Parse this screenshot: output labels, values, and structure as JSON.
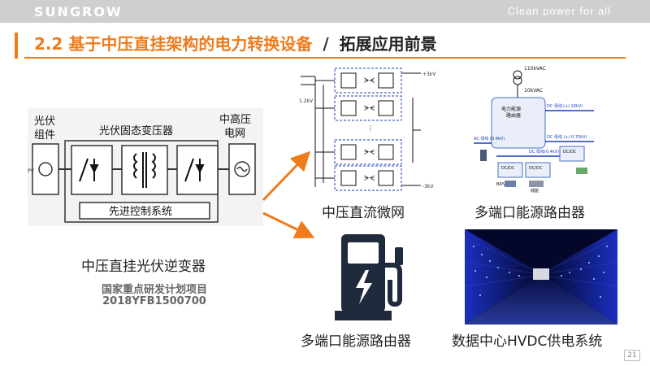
{
  "header": {
    "logo": "SUNGROW",
    "tagline": "Clean power for all"
  },
  "title": {
    "number": "2.2",
    "main": "基于中压直挂架构的电力转换设备",
    "slash": "/",
    "sub": "拓展应用前景"
  },
  "inverter_diagram": {
    "label_pv": "光伏\n组件",
    "label_pv_line1": "光伏",
    "label_pv_line2": "组件",
    "label_pv_tag": "PV",
    "label_sst": "光伏固态变压器",
    "label_grid_line1": "中高压",
    "label_grid_line2": "电网",
    "label_control": "先进控制系统"
  },
  "captions": {
    "inverter": "中压直挂光伏逆变器",
    "project_line1": "国家重点研发计划项目",
    "project_line2": "2018YFB1500700",
    "dc_microgrid": "中压直流微网",
    "router_top": "多端口能源路由器",
    "router_bottom": "多端口能源路由器",
    "datacenter": "数据中心HVDC供电系统"
  },
  "microgrid_diagram": {
    "v_in": "1.2kV",
    "v_out_top": "+3kV",
    "v_out_bottom": "-3kV"
  },
  "router_diagram": {
    "v_top": "110kVAC",
    "v_mid": "10kVAC",
    "core": "电力能源\n路由器",
    "core_line1": "电力能源",
    "core_line2": "路由器",
    "dc_bus_hv": "DC 母线",
    "dc_bus_hv_val": "(+/-10kV)",
    "ac_bus": "AC 母线 (0.4kV)",
    "dc_bus_lv": "DC 母线 (+/-0.75kV)",
    "dc_bus_mid": "DC 母线(0.4kV)",
    "conv1": "DC/DC\n变换器",
    "bipv": "BIPV",
    "storage": "储能"
  },
  "colors": {
    "accent": "#ef7b1a",
    "slide_bg": "#ffffff",
    "topbar": "#cfcfcf"
  },
  "page": {
    "number": "21"
  }
}
